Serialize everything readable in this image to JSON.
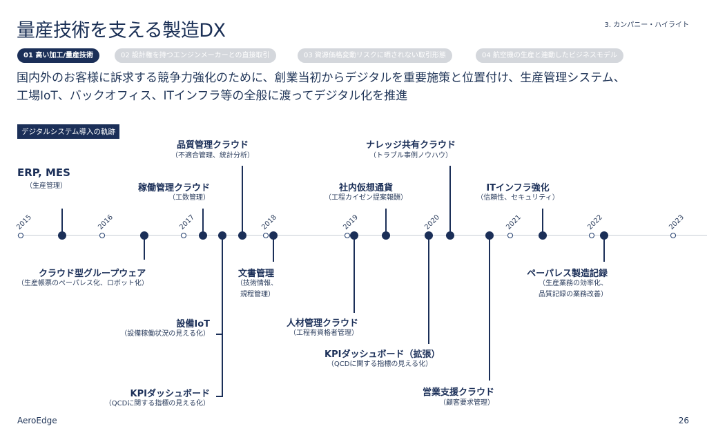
{
  "header": {
    "title": "量産技術を支える製造DX",
    "section": "3. カンパニー・ハイライト"
  },
  "tabs": [
    {
      "label": "01 高い加工/量産技術"
    },
    {
      "label": "02 設計権を持つエンジンメーカーとの直接取引"
    },
    {
      "label": "03 資源価格変動リスクに晒されない取引形態"
    },
    {
      "label": "04 航空機の生産と連動したビジネスモデル"
    }
  ],
  "lead": {
    "line1": "国内外のお客様に訴求する競争力強化のために、創業当初からデジタルを重要施策と位置付け、生産管理システム、",
    "line2": "工場IoT、バックオフィス、ITインフラ等の全般に渡ってデジタル化を推進"
  },
  "timeline": {
    "badge": "デジタルシステム導入の軌跡",
    "years": [
      "2015",
      "2016",
      "2017",
      "2018",
      "2019",
      "2020",
      "2021",
      "2022",
      "2023"
    ],
    "events": {
      "erp": {
        "title": "ERP, MES",
        "sub": "（生産管理）"
      },
      "groupware": {
        "title": "クラウド型グループウェア",
        "sub": "（生産帳票のペーパレス化、ロボット化）"
      },
      "kadou": {
        "title": "稼働管理クラウド",
        "sub": "（工数管理）"
      },
      "quality": {
        "title": "品質管理クラウド",
        "sub": "（不適合管理、統計分析）"
      },
      "iot": {
        "title": "設備IoT",
        "sub": "（設備稼働状況の見える化）"
      },
      "kpi": {
        "title": "KPIダッシュボード",
        "sub": "（QCDに関する指標の見える化）"
      },
      "docs": {
        "title": "文書管理",
        "sub1": "（技術情報、",
        "sub2": "規程管理）"
      },
      "vdesk": {
        "title": "社内仮想通貨",
        "sub": "（工程カイゼン提案報酬）"
      },
      "hr": {
        "title": "人材管理クラウド",
        "sub": "（工程有資格者管理）"
      },
      "kpi2": {
        "title": "KPIダッシュボード（拡張）",
        "sub": "（QCDに関する指標の見える化）"
      },
      "knowledge": {
        "title": "ナレッジ共有クラウド",
        "sub": "（トラブル事例ノウハウ）"
      },
      "sales": {
        "title": "営業支援クラウド",
        "sub": "（顧客要求管理）"
      },
      "infra": {
        "title": "ITインフラ強化",
        "sub": "（信頼性、セキュリティ）"
      },
      "paperless": {
        "title": "ペーパレス製造記録",
        "sub1": "（生産業務の効率化、",
        "sub2": "品質記録の業務改善）"
      }
    }
  },
  "footer": {
    "brand": "AeroEdge",
    "page": "26"
  }
}
